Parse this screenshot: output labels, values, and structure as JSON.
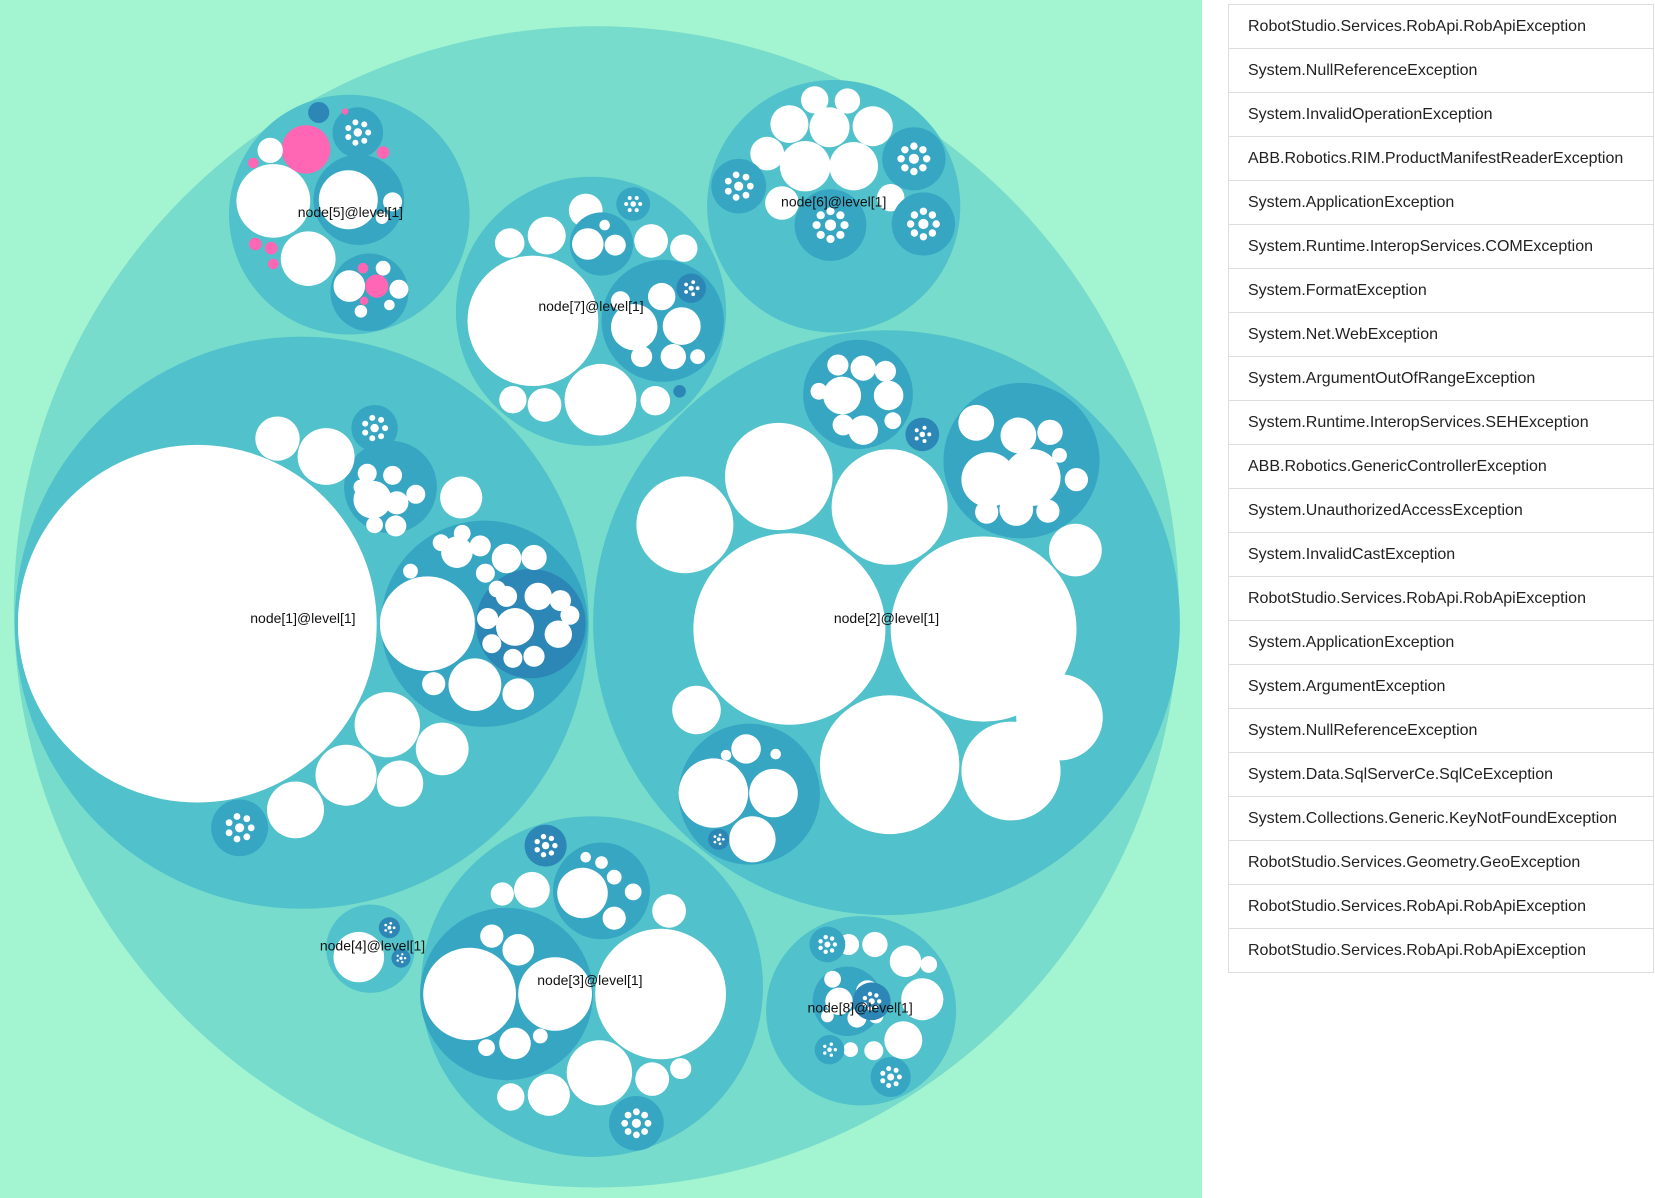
{
  "colors": {
    "background": "#a3f4d0",
    "root": "#77dccb",
    "level1": "#51c2cb",
    "level2": "#37a6c3",
    "level3": "#2d87b6",
    "leaf": "#ffffff",
    "highlight": "#ff66b3"
  },
  "nodes": [
    {
      "id": "node1",
      "label": "node[1]@level[1]"
    },
    {
      "id": "node2",
      "label": "node[2]@level[1]"
    },
    {
      "id": "node3",
      "label": "node[3]@level[1]"
    },
    {
      "id": "node4",
      "label": "node[4]@level[1]"
    },
    {
      "id": "node5",
      "label": "node[5]@level[1]"
    },
    {
      "id": "node6",
      "label": "node[6]@level[1]"
    },
    {
      "id": "node7",
      "label": "node[7]@level[1]"
    },
    {
      "id": "node8",
      "label": "node[8]@level[1]"
    }
  ],
  "exceptions": [
    "RobotStudio.Services.RobApi.RobApiException",
    "System.NullReferenceException",
    "System.InvalidOperationException",
    "ABB.Robotics.RIM.ProductManifestReaderException",
    "System.ApplicationException",
    "System.Runtime.InteropServices.COMException",
    "System.FormatException",
    "System.Net.WebException",
    "System.ArgumentOutOfRangeException",
    "System.Runtime.InteropServices.SEHException",
    "ABB.Robotics.GenericControllerException",
    "System.UnauthorizedAccessException",
    "System.InvalidCastException",
    "RobotStudio.Services.RobApi.RobApiException",
    "System.ApplicationException",
    "System.ArgumentException",
    "System.NullReferenceException",
    "System.Data.SqlServerCe.SqlCeException",
    "System.Collections.Generic.KeyNotFoundException",
    "RobotStudio.Services.Geometry.GeoException",
    "RobotStudio.Services.RobApi.RobApiException",
    "RobotStudio.Services.RobApi.RobApiException"
  ]
}
